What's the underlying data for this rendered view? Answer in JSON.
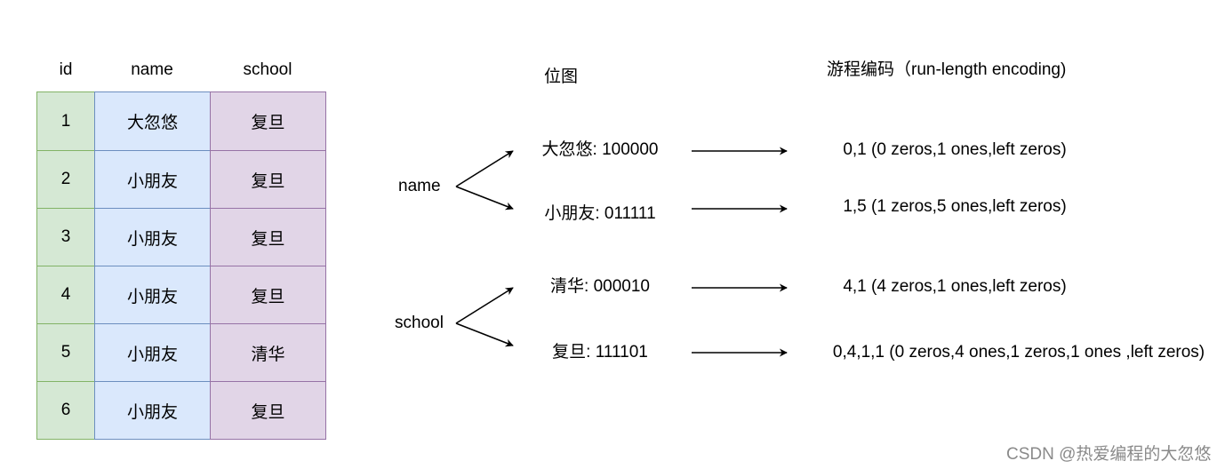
{
  "table": {
    "headers": [
      "id",
      "name",
      "school"
    ],
    "rows": [
      {
        "id": "1",
        "name": "大忽悠",
        "school": "复旦"
      },
      {
        "id": "2",
        "name": "小朋友",
        "school": "复旦"
      },
      {
        "id": "3",
        "name": "小朋友",
        "school": "复旦"
      },
      {
        "id": "4",
        "name": "小朋友",
        "school": "复旦"
      },
      {
        "id": "5",
        "name": "小朋友",
        "school": "清华"
      },
      {
        "id": "6",
        "name": "小朋友",
        "school": "复旦"
      }
    ]
  },
  "bitmap": {
    "title": "位图",
    "groups": [
      {
        "label": "name",
        "entries": [
          {
            "bitmap": "大忽悠:  100000",
            "encoding": "0,1 (0 zeros,1 ones,left zeros)"
          },
          {
            "bitmap": "小朋友: 011111",
            "encoding": "1,5 (1 zeros,5 ones,left zeros)"
          }
        ]
      },
      {
        "label": "school",
        "entries": [
          {
            "bitmap": "清华: 000010",
            "encoding": "4,1 (4 zeros,1 ones,left zeros)"
          },
          {
            "bitmap": "复旦: 111101",
            "encoding": "0,4,1,1 (0 zeros,4 ones,1 zeros,1 ones ,left zeros)"
          }
        ]
      }
    ]
  },
  "rle": {
    "title": "游程编码（run-length encoding)"
  },
  "watermark": "CSDN @热爱编程的大忽悠"
}
